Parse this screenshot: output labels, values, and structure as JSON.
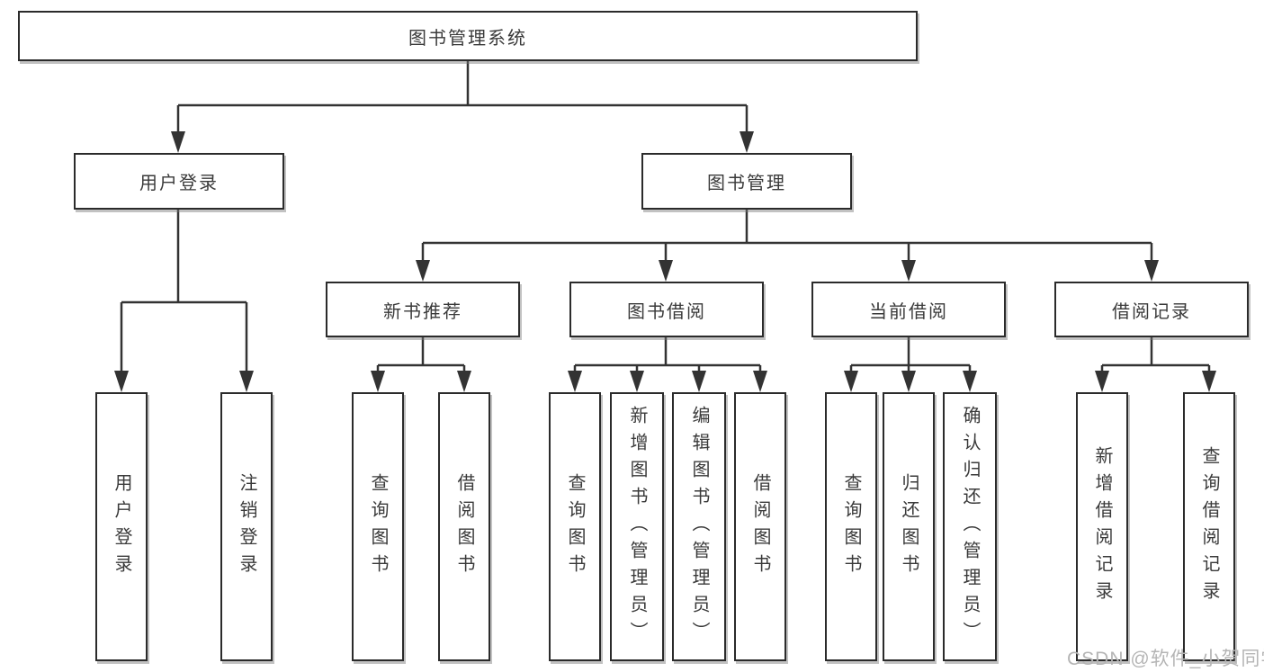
{
  "colors": {
    "line": "#333333",
    "box_border": "#2b2b2b",
    "text": "#3a3a3a",
    "background": "#ffffff",
    "watermark": "#b5b5b5"
  },
  "watermark": {
    "text": "CSDN @软件_小贺同学"
  },
  "tree": {
    "label": "图书管理系统",
    "children": [
      {
        "label": "用户登录",
        "children": [
          {
            "label": "用户登录"
          },
          {
            "label": "注销登录"
          }
        ]
      },
      {
        "label": "图书管理",
        "children": [
          {
            "label": "新书推荐",
            "children": [
              {
                "label": "查询图书"
              },
              {
                "label": "借阅图书"
              }
            ]
          },
          {
            "label": "图书借阅",
            "children": [
              {
                "label": "查询图书"
              },
              {
                "label": "新增图书（管理员）"
              },
              {
                "label": "编辑图书（管理员）"
              },
              {
                "label": "借阅图书"
              }
            ]
          },
          {
            "label": "当前借阅",
            "children": [
              {
                "label": "查询图书"
              },
              {
                "label": "归还图书"
              },
              {
                "label": "确认归还（管理员）"
              }
            ]
          },
          {
            "label": "借阅记录",
            "children": [
              {
                "label": "新增借阅记录"
              },
              {
                "label": "查询借阅记录"
              }
            ]
          }
        ]
      }
    ]
  }
}
